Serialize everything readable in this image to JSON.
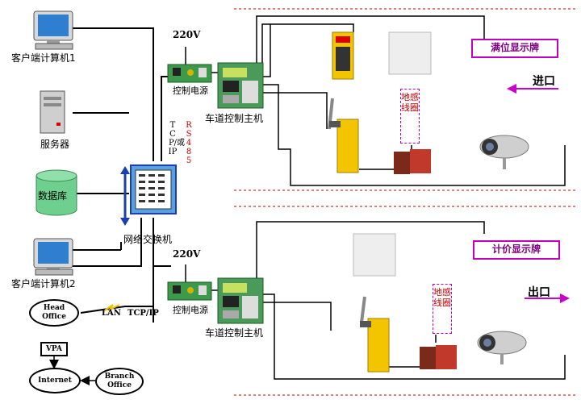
{
  "client1_label": "客户端计算机1",
  "server_label": "服务器",
  "database_label": "数据库",
  "client2_label": "客户端计算机2",
  "switch_label": "网络交换机",
  "head_office": "Head Office",
  "lan_label": "LAN",
  "tcpip_label": "TCP/IP",
  "vpa_label": "VPA",
  "internet_label": "Internet",
  "branch_office": "Branch Office",
  "v220_top": "220V",
  "v220_bottom": "220V",
  "power_top": "控制电源",
  "power_bottom": "控制电源",
  "lane_ctrl_top": "车道控制主机",
  "lane_ctrl_bottom": "车道控制主机",
  "comm_tcp": "TCP/IP",
  "comm_or": "或",
  "comm_rs": "RS485",
  "full_display": "满位显示牌",
  "price_display": "计价显示牌",
  "loop_top": "地感线圈",
  "loop_bottom": "地感线圈",
  "entrance": "进口",
  "exit": "出口",
  "colors": {
    "accent_pink": "#c000c0",
    "arrow_magenta": "#cc00cc",
    "loop_red": "#c00000",
    "barrier_yellow": "#f2c500",
    "switch_blue": "#1a3fae"
  }
}
